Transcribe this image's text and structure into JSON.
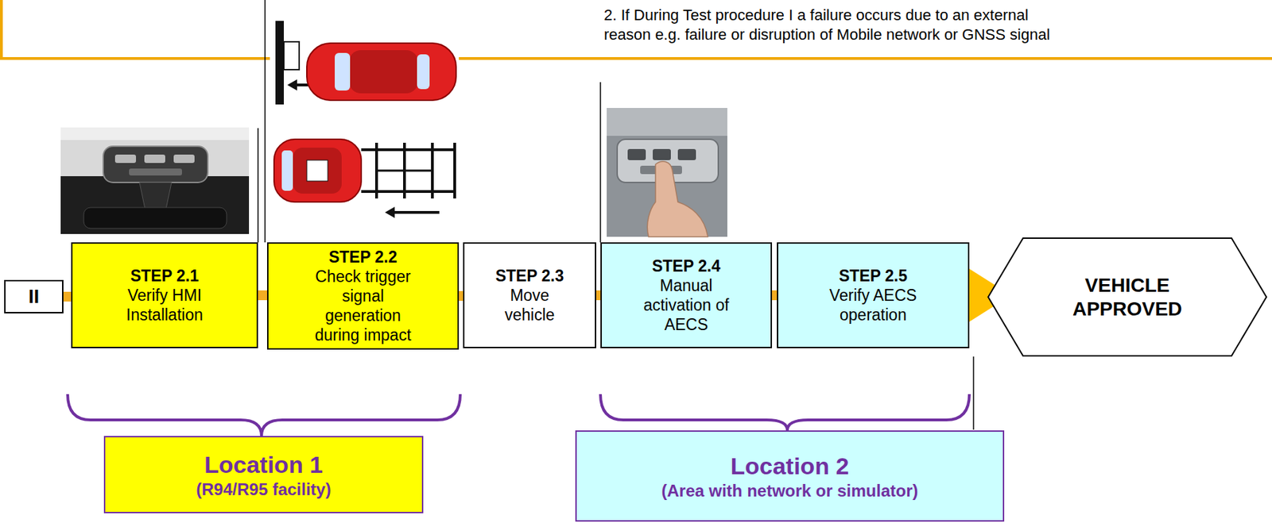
{
  "diagram": {
    "nodes": [
      {
        "text": [
          "II"
        ]
      },
      {
        "text": [
          "STEP 2.1",
          "Verify HMI Installation"
        ]
      },
      {
        "text": [
          "STEP 2.2",
          "Check trigger signal generation during impact"
        ]
      },
      {
        "text": [
          "STEP 2.3",
          "Move vehicle"
        ]
      },
      {
        "text": [
          "STEP 2.4",
          "Manual activation of AECS"
        ]
      },
      {
        "text": [
          "STEP 2.5",
          "Verify AECS operation"
        ]
      },
      {
        "text": [
          "VEHICLE APPROVED"
        ]
      },
      {
        "text": [
          "Location 1",
          "(R94/R95 facility)"
        ]
      },
      {
        "text": [
          "Location 2",
          "(Area with network or simulator)"
        ]
      }
    ],
    "edges": [
      {
        "from": 0,
        "to": 1,
        "arrow": "none"
      },
      {
        "from": 1,
        "to": 2,
        "arrow": "none"
      },
      {
        "from": 2,
        "to": 3,
        "arrow": "none"
      },
      {
        "from": 3,
        "to": 4,
        "arrow": "none"
      },
      {
        "from": 4,
        "to": 5,
        "arrow": "none"
      },
      {
        "from": 5,
        "to": 6,
        "arrow": "to"
      }
    ],
    "labels": [
      "2. If During Test procedure I a failure occurs due to an external reason e.g. failure or disruption of Mobile network or GNSS signal"
    ]
  }
}
